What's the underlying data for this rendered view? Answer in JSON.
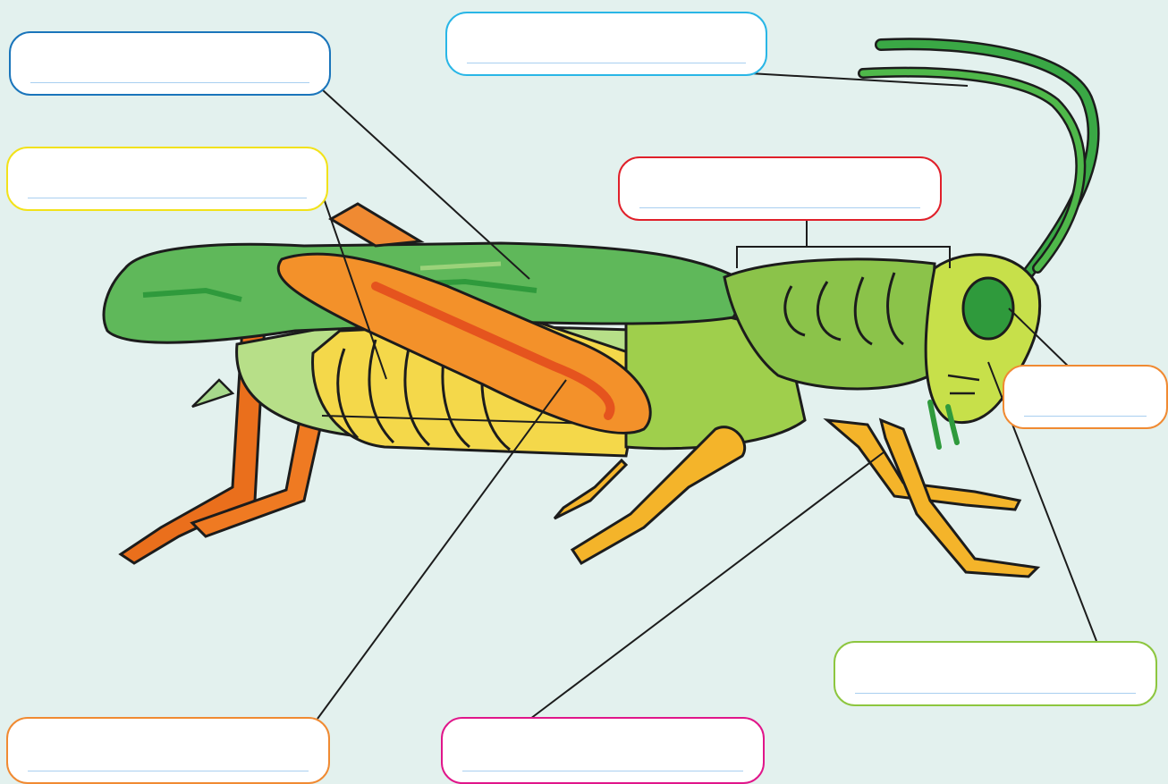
{
  "diagram": {
    "subject": "grasshopper",
    "label_boxes": [
      {
        "id": "wing-label",
        "color": "#1a75bb",
        "value": ""
      },
      {
        "id": "abdomen-label",
        "color": "#f2e21a",
        "value": ""
      },
      {
        "id": "antenna-label",
        "color": "#29b6e6",
        "value": ""
      },
      {
        "id": "head-thorax-label",
        "color": "#e0202a",
        "value": ""
      },
      {
        "id": "eye-label",
        "color": "#f08a32",
        "value": ""
      },
      {
        "id": "mouth-label",
        "color": "#8dc63f",
        "value": ""
      },
      {
        "id": "hind-leg-label",
        "color": "#f08a32",
        "value": ""
      },
      {
        "id": "front-leg-label",
        "color": "#e0168a",
        "value": ""
      }
    ]
  }
}
